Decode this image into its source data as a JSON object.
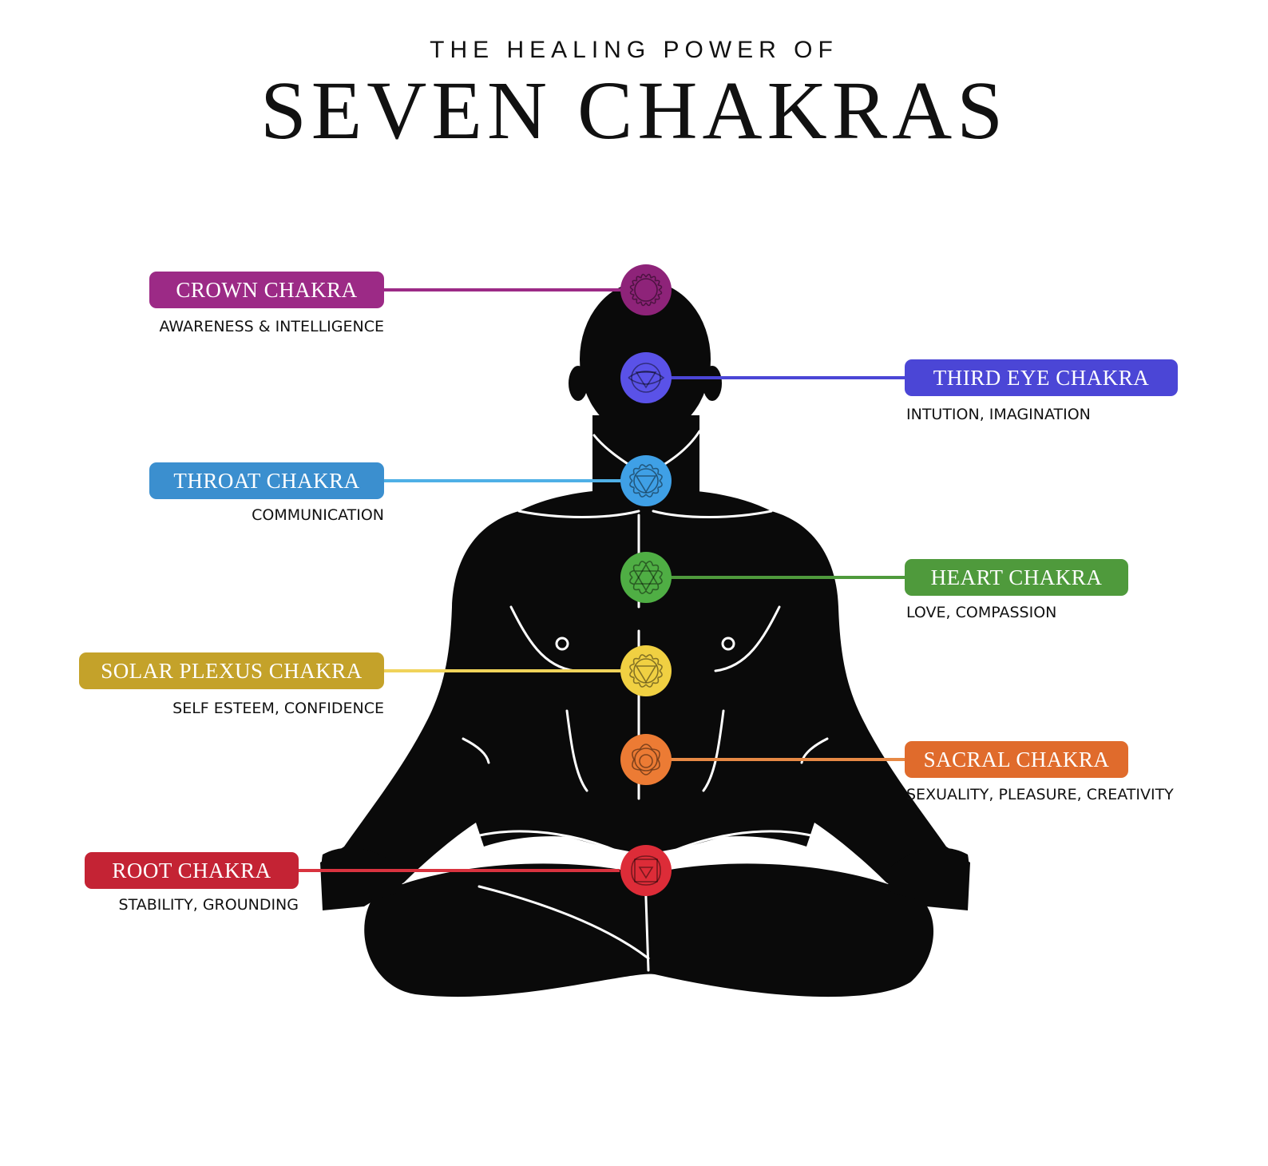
{
  "header": {
    "subtitle": "THE HEALING POWER OF",
    "title": "SEVEN CHAKRAS"
  },
  "chakras": [
    {
      "key": "crown",
      "name": "CROWN CHAKRA",
      "meaning": "AWARENESS & INTELLIGENCE",
      "color": "#9c2a86",
      "side": "left",
      "symbol": "lotus-icon"
    },
    {
      "key": "third-eye",
      "name": "THIRD EYE CHAKRA",
      "meaning": "INTUTION, IMAGINATION",
      "color": "#4b46d6",
      "side": "right",
      "symbol": "eye-triangle-icon"
    },
    {
      "key": "throat",
      "name": "THROAT CHAKRA",
      "meaning": "COMMUNICATION",
      "color": "#3b8fcf",
      "side": "left",
      "symbol": "triangle-petals-icon"
    },
    {
      "key": "heart",
      "name": "HEART CHAKRA",
      "meaning": "LOVE, COMPASSION",
      "color": "#4f9a3c",
      "side": "right",
      "symbol": "hexagram-icon"
    },
    {
      "key": "solar-plexus",
      "name": "SOLAR PLEXUS CHAKRA",
      "meaning": "SELF ESTEEM, CONFIDENCE",
      "color": "#c4a22a",
      "side": "left",
      "symbol": "triangle-petals-icon"
    },
    {
      "key": "sacral",
      "name": "SACRAL CHAKRA",
      "meaning": "SEXUALITY, PLEASURE, CREATIVITY",
      "color": "#e06b2c",
      "side": "right",
      "symbol": "crescent-lotus-icon"
    },
    {
      "key": "root",
      "name": "ROOT CHAKRA",
      "meaning": "STABILITY, GROUNDING",
      "color": "#c42334",
      "side": "left",
      "symbol": "square-triangle-icon"
    }
  ],
  "line_colors": {
    "crown": "#9c2a86",
    "third-eye": "#4b46d6",
    "throat": "#4fb0e6",
    "heart": "#4f9a3c",
    "solar-plexus": "#f0d35a",
    "sacral": "#e78945",
    "root": "#d9333f"
  },
  "dot_colors": {
    "crown": "#8e2379",
    "third-eye": "#5a52e8",
    "throat": "#3fa0e6",
    "heart": "#4fae44",
    "solar-plexus": "#f0d042",
    "sacral": "#ec7b34",
    "root": "#dd2c38"
  }
}
